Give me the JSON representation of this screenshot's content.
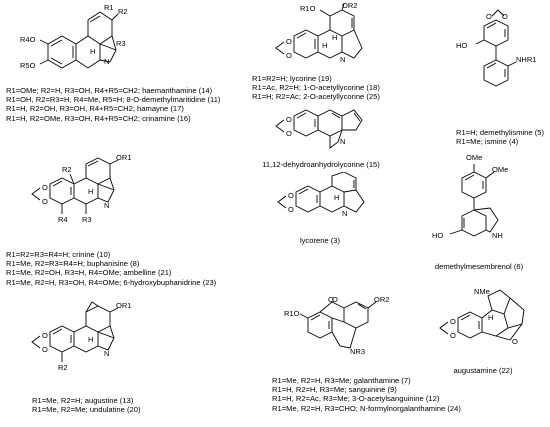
{
  "panel1": {
    "atom_labels": [
      "R1",
      "R2",
      "R3",
      "R4O",
      "R5O",
      "H",
      "N"
    ],
    "caption_lines": [
      "R1=OMe; R2=H, R3=OH, R4+R5=CH2; haemanthamine (14)",
      "R1=OH, R2=R3=H, R4=Me, R5=H; 8-O-demethylmaritidine (11)",
      "R1=H, R2=OH, R3=OH, R4+R5=CH2; hamayne (17)",
      "R1=H, R2=OMe, R3=OH, R4+R5=CH2; crinamine (16)"
    ]
  },
  "panel2": {
    "atom_labels": [
      "R1O",
      "OR2",
      "H",
      "H",
      "N"
    ],
    "caption_lines": [
      "R1=R2=H; lycorine (19)",
      "R1=Ac, R2=H; 1-O-acetyllycorine (18)",
      "R1=H; R2=Ac; 2-O-acetyllycorine (25)"
    ]
  },
  "panel3": {
    "atom_labels": [
      "HO",
      "NHR1"
    ],
    "caption_lines": [
      "R1=H; demethylismine (5)",
      "R1=Me; ismine (4)"
    ]
  },
  "panel4": {
    "atom_labels": [
      "N"
    ],
    "caption": "11,12-dehydroanhydrolycorine (15)"
  },
  "panel5": {
    "atom_labels": [
      "H",
      "N"
    ],
    "caption": "lycorene (3)"
  },
  "panel6": {
    "atom_labels": [
      "OMe",
      "OMe",
      "HO",
      "NH"
    ],
    "caption": "demethylmesembrenol (6)"
  },
  "panel7": {
    "atom_labels": [
      "R2",
      "OR1",
      "R4",
      "R3",
      "H",
      "N"
    ],
    "caption_lines": [
      "R1=R2=R3=R4=H; crinine (10)",
      "R1=Me, R2=R3=R4=H; buphanisine (8)",
      "R1=Me, R2=OH, R3=H, R4=OMe; ambelline (21)",
      "R1=Me, R2=H, R3=OH, R4=OMe; 6-hydroxybuphanidrine (23)"
    ]
  },
  "panel8": {
    "atom_labels": [
      "O",
      "OR1",
      "R2",
      "H",
      "N"
    ],
    "caption_lines": [
      "R1=Me, R2=H; augustine (13)",
      "R1=Me, R2=Me; undulatine (20)"
    ]
  },
  "panel9": {
    "atom_labels": [
      "R1O",
      "O",
      "OR2",
      "NR3"
    ],
    "caption_lines": [
      "R1=Me, R2=H, R3=Me; galanthamine (7)",
      "R1=H, R2=H, R3=Me; sanguinine (9)",
      "R1=H, R2=Ac, R3=Me; 3-O-acetylsanguinine (12)",
      "R1=Me, R2=H, R3=CHO; N-formylnorgalanthamine (24)"
    ]
  },
  "panel10": {
    "atom_labels": [
      "NMe",
      "H",
      "O"
    ],
    "caption": "augustamine (22)"
  }
}
